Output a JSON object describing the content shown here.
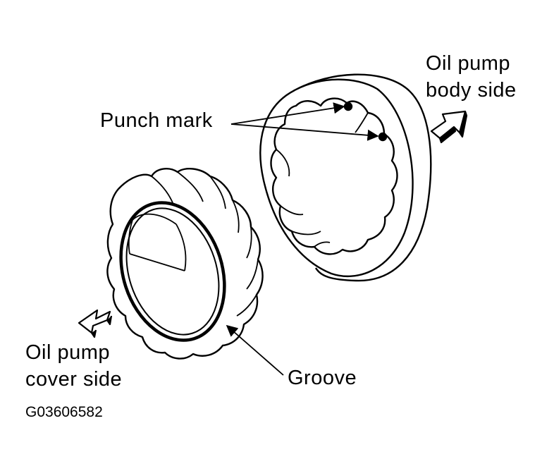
{
  "labels": {
    "body_side_line1": "Oil pump",
    "body_side_line2": "body side",
    "punch_mark": "Punch mark",
    "cover_side_line1": "Oil pump",
    "cover_side_line2": "cover side",
    "groove": "Groove"
  },
  "figure_code": "G03606582",
  "colors": {
    "ink": "#000000",
    "paper": "#ffffff"
  }
}
